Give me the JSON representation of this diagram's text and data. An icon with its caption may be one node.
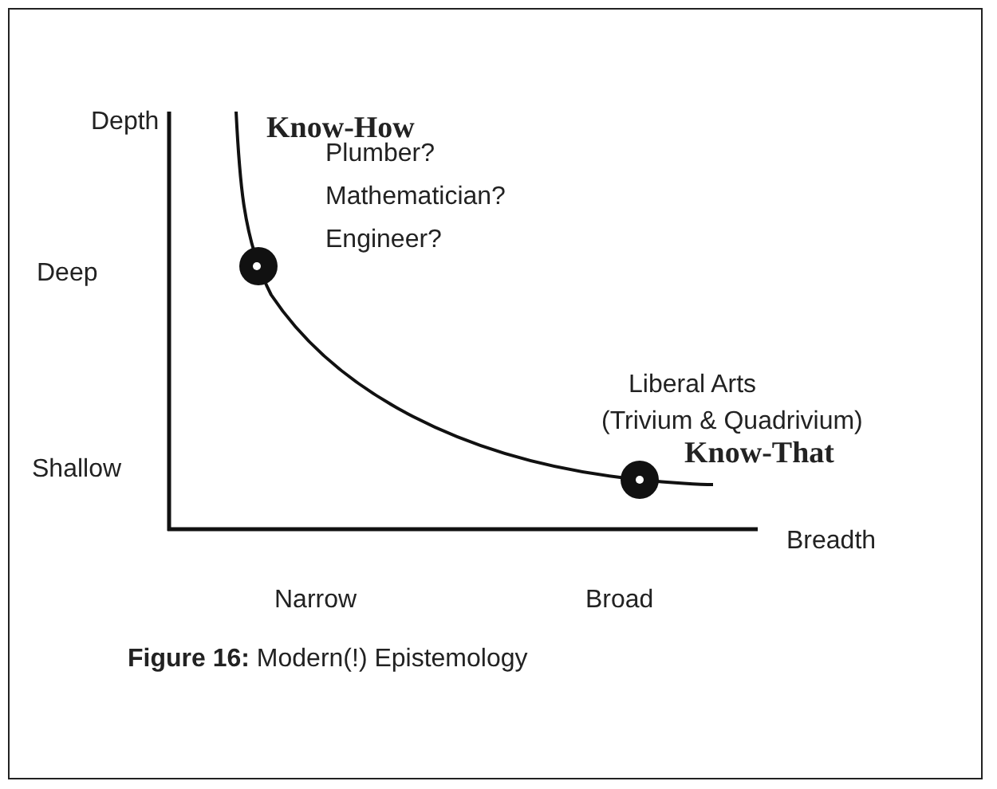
{
  "diagram": {
    "caption": "**Figure 16:** Modern(!) Epistemology",
    "labels": [
      "Depth",
      "Know-How",
      "Plumber?",
      "Mathematician?",
      "Engineer?",
      "Deep",
      "Liberal Arts",
      "(Trivium & Quadrivium)",
      "Know-That",
      "Shallow",
      "Breadth",
      "Narrow",
      "Broad"
    ]
  }
}
